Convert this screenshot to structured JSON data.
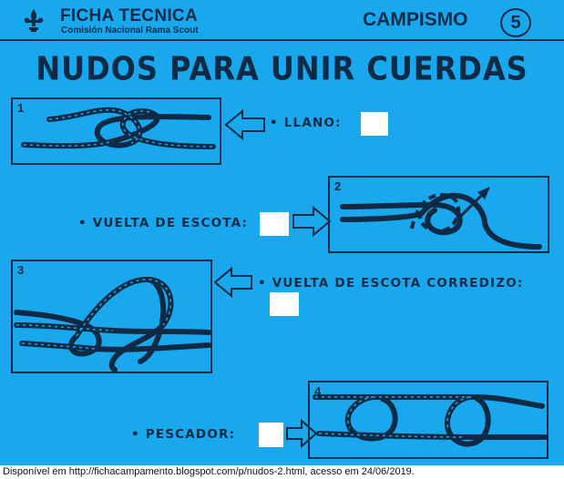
{
  "header": {
    "title": "FICHA TECNICA",
    "subtitle": "Comisión Nacional Rama Scout",
    "section": "CAMPISMO",
    "number": "5"
  },
  "main_title": "NUDOS PARA UNIR CUERDAS",
  "knots": [
    {
      "number": "1",
      "label": "• LLANO:",
      "answer": ""
    },
    {
      "number": "2",
      "label": "• VUELTA DE ESCOTA:",
      "answer": ""
    },
    {
      "number": "3",
      "label": "• VUELTA DE ESCOTA CORREDIZO:",
      "answer": ""
    },
    {
      "number": "4",
      "label": "• PESCADOR:",
      "answer": ""
    }
  ],
  "footer": "Disponível em http://fichacampamento.blogspot.com/p/nudos-2.html, acesso em 24/06/2019.",
  "colors": {
    "background": "#19a8ee",
    "ink": "#0e2a44",
    "answer_box": "#ffffff"
  }
}
